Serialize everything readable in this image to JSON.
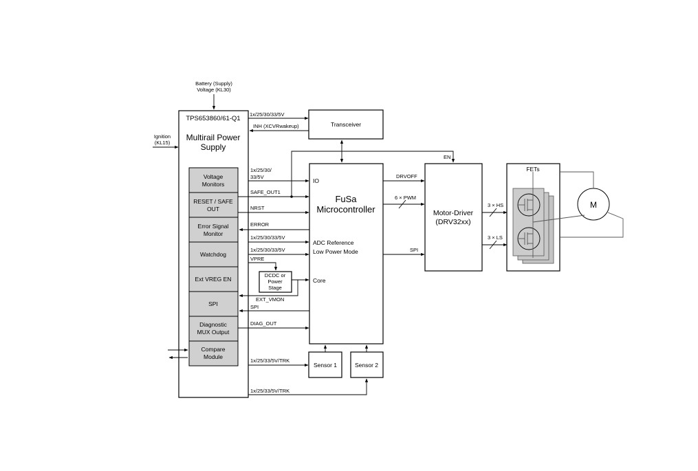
{
  "inputs": {
    "battery_line1": "Battery (Supply)",
    "battery_line2": "Voltage (KL30)",
    "ignition_line1": "Ignition",
    "ignition_line2": "(KL15)"
  },
  "pmic": {
    "part_number": "TPS653860/61-Q1",
    "title_line1": "Multirail Power",
    "title_line2": "Supply",
    "blocks": [
      {
        "line1": "Voltage",
        "line2": "Monitors"
      },
      {
        "line1": "RESET / SAFE",
        "line2": "OUT"
      },
      {
        "line1": "Error Signal",
        "line2": "Monitor"
      },
      {
        "line1": "Watchdog",
        "line2": ""
      },
      {
        "line1": "Ext VREG EN",
        "line2": ""
      },
      {
        "line1": "SPI",
        "line2": ""
      },
      {
        "line1": "Diagnostic",
        "line2": "MUX Output"
      },
      {
        "line1": "Compare",
        "line2": "Module"
      }
    ]
  },
  "transceiver": {
    "label": "Transceiver"
  },
  "mcu": {
    "title_line1": "FuSa",
    "title_line2": "Microcontroller",
    "pin_io": "IO",
    "pin_adc": "ADC Reference",
    "pin_lpm": "Low Power Mode",
    "pin_core": "Core"
  },
  "dcdc": {
    "line1": "DCDC or",
    "line2": "Power",
    "line3": "Stage"
  },
  "motor_driver": {
    "line1": "Motor-Driver",
    "line2": "(DRV32xx)"
  },
  "fets": {
    "label": "FETs"
  },
  "motor": {
    "label": "M"
  },
  "sensors": {
    "s1": "Sensor 1",
    "s2": "Sensor 2"
  },
  "signals": {
    "xcvr_supply": "1x/25/30/33/5V",
    "inh": "INH (XCVRwakeup)",
    "io_supply_line1": "1x/25/30/",
    "io_supply_line2": "33/5V",
    "safe_out1": "SAFE_OUT1",
    "nrst": "NRST",
    "error": "ERROR",
    "adc_supply": "1x/25/30/33/5V",
    "lpm_supply": "1x/25/30/33/5V",
    "vpre": "VPRE",
    "ext_vmon": "EXT_VMON",
    "spi_mcu": "SPI",
    "diag_out": "DIAG_OUT",
    "sensor1_supply": "1x/25/33/5V/TRK",
    "sensor2_supply": "1x/25/33/5V/TRK",
    "en": "EN",
    "drvoff": "DRVOFF",
    "pwm": "6 × PWM",
    "spi_driver": "SPI",
    "hs": "3 × HS",
    "ls": "3 × LS"
  }
}
